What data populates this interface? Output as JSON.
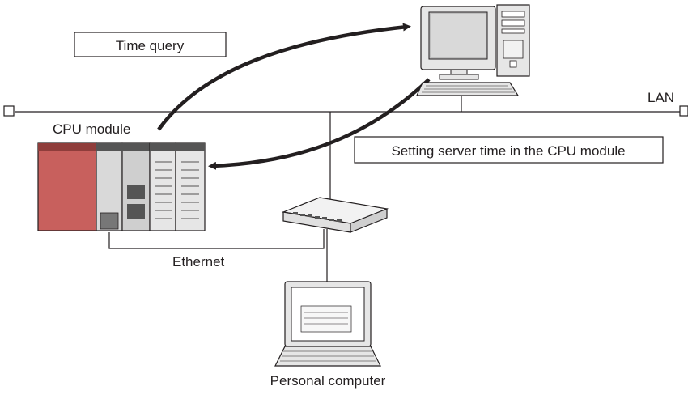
{
  "labels": {
    "time_query": "Time query",
    "lan": "LAN",
    "cpu_module": "CPU module",
    "setting_server_time": "Setting server time in the CPU module",
    "ethernet": "Ethernet",
    "personal_computer": "Personal computer"
  },
  "colors": {
    "line": "#231f20",
    "module_red": "#c8605d",
    "device_light": "#e6e6e6"
  },
  "icons": {
    "server": "desktop-computer-icon",
    "plc": "cpu-module-icon",
    "hub": "ethernet-hub-icon",
    "laptop": "laptop-icon"
  }
}
